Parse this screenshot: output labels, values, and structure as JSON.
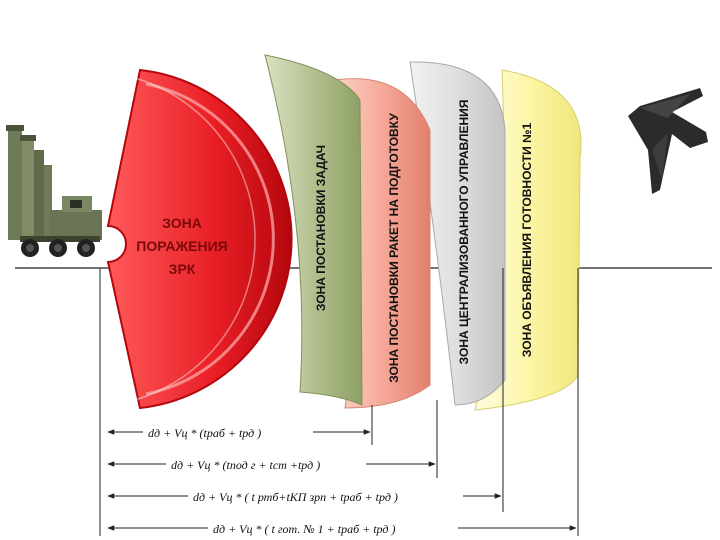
{
  "kill_zone": {
    "lines": [
      "ЗОНА",
      "ПОРАЖЕНИЯ",
      "ЗРК"
    ]
  },
  "zones": [
    {
      "label": "ЗОНА ПОСТАНОВКИ ЗАДАЧ",
      "color": "#a9ba86"
    },
    {
      "label": "ЗОНА ПОСТАНОВКИ РАКЕТ НА ПОДГОТОВКУ",
      "color": "#f4a596"
    },
    {
      "label": "ЗОНА  ЦЕНТРАЛИЗОВАННОГО   УПРАВЛЕНИЯ",
      "color": "#dcdcdc"
    },
    {
      "label": "ЗОНА ОБЪЯВЛЕНИЯ ГОТОВНОСТИ №1",
      "color": "#fbf7a8"
    }
  ],
  "formulas": [
    "dд + Vц * (tраб + tрд )",
    "dд + Vц * (tпод г + tст +tрд )",
    "dд + Vц * ( t ртб+tКП зрп + tраб + tрд )",
    "dд + Vц * ( t гот. № 1 + tраб + tрд )"
  ],
  "colors": {
    "kill_zone": "#e8232a",
    "kill_zone_border": "#c41018",
    "axis": "#222222"
  },
  "icons": [
    "sam-launcher-icon",
    "stealth-bomber-icon"
  ]
}
